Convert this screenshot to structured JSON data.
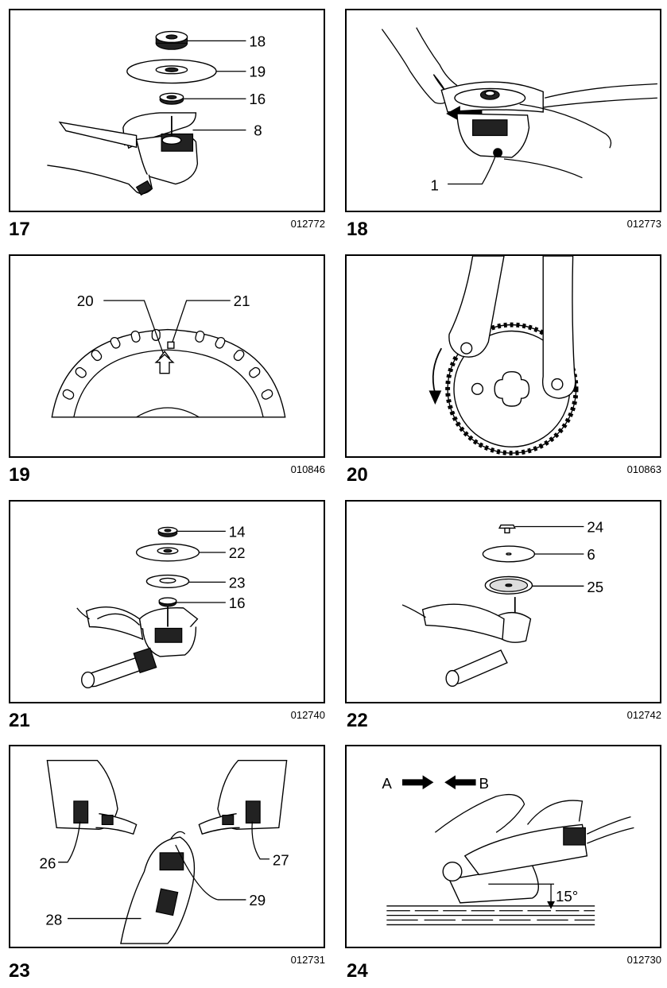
{
  "figures": [
    {
      "number": "17",
      "code": "012772",
      "callouts": [
        "18",
        "19",
        "16",
        "8"
      ]
    },
    {
      "number": "18",
      "code": "012773",
      "callouts": [
        "1"
      ]
    },
    {
      "number": "19",
      "code": "010846",
      "callouts": [
        "20",
        "21"
      ]
    },
    {
      "number": "20",
      "code": "010863",
      "callouts": []
    },
    {
      "number": "21",
      "code": "012740",
      "callouts": [
        "14",
        "22",
        "23",
        "16"
      ]
    },
    {
      "number": "22",
      "code": "012742",
      "callouts": [
        "24",
        "6",
        "25"
      ]
    },
    {
      "number": "23",
      "code": "012731",
      "callouts": [
        "26",
        "27",
        "28",
        "29"
      ]
    },
    {
      "number": "24",
      "code": "012730",
      "callouts": [
        "A",
        "B",
        "15°"
      ]
    }
  ]
}
